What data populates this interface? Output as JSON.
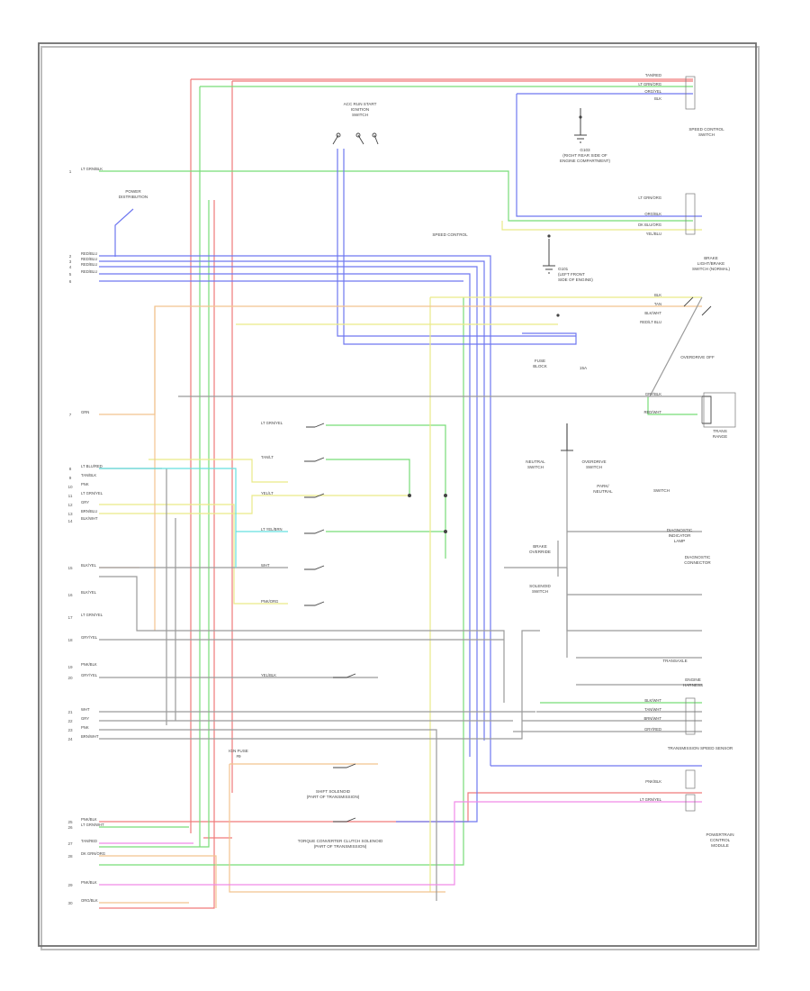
{
  "colors": {
    "frame": "#6f6f6f",
    "red": "#f07a7a",
    "green": "#78dd78",
    "blue": "#6f78f0",
    "yellow": "#eaea88",
    "orange": "#f2c38f",
    "gray": "#9a9a9a",
    "pink": "#f08ae8",
    "cyan": "#66e0e0",
    "tan": "#d9c59a",
    "black": "#222222"
  },
  "icons": [
    "ground-symbol",
    "switch-contacts",
    "connector-block"
  ],
  "diagram": {
    "components": {
      "ignition_switch": [
        "ACC  RUN  START",
        "IGNITION",
        "SWITCH"
      ],
      "speed_control_switch": [
        "SPEED CONTROL",
        "SWITCH"
      ],
      "power_distribution": [
        "POWER",
        "DISTRIBUTION"
      ],
      "splice_power": [
        "G103",
        "(RIGHT REAR SIDE OF",
        "ENGINE COMPARTMENT)"
      ],
      "speed_control": "SPEED CONTROL",
      "brake_switch": [
        "BRAKE",
        "LIGHT/BRAKE",
        "SWITCH (NORMAL)"
      ],
      "splice_g101": [
        "G101",
        "(LEFT FRONT",
        "SIDE OF ENGINE)"
      ],
      "overdrive": "OVERDRIVE OFF",
      "fuse_block": [
        "FUSE",
        "BLOCK"
      ],
      "fuse_15a": "15A",
      "neutral_switch": [
        "NEUTRAL",
        "SWITCH"
      ],
      "overdrive_switch": [
        "OVERDRIVE",
        "SWITCH"
      ],
      "transmission_sol": [
        "TRANS",
        "RANGE"
      ],
      "park_neutral": [
        "PARK/",
        "NEUTRAL"
      ],
      "brake_override": [
        "BRAKE",
        "OVERRIDE"
      ],
      "diag_connector": [
        "DIAGNOSTIC",
        "CONNECTOR"
      ],
      "switch_lbl": "SWITCH",
      "lamp_lbl": [
        "DIAGNOSTIC",
        "INDICATOR",
        "LAMP"
      ],
      "solenoid_switch": [
        "SOLENOID",
        "SWITCH"
      ],
      "transaxle_lbl": "TRANSAXLE",
      "engine_harness": [
        "ENGINE",
        "HARNESS"
      ],
      "trans_speed": "TRANSMISSION SPEED SENSOR",
      "pcm_main": [
        "POWERTRAIN",
        "CONTROL",
        "MODULE"
      ],
      "shift_solenoid_a": [
        "SHIFT SOLENOID",
        "(PART OF TRANSMISSION)"
      ],
      "torque_converter": [
        "TORQUE CONVERTER CLUTCH SOLENOID",
        "(PART OF TRANSMISSION)"
      ],
      "ign_fuse": [
        "IGN FUSE",
        "#9"
      ]
    },
    "wire_labels": {
      "left": [
        "LT GRN/BLK",
        "RED/BLU",
        "RED/BLU",
        "RED/BLU",
        "RED/BLU",
        "GRN",
        "LT BLU/RED",
        "TAN/BLK",
        "PNK",
        "LT GRN/YEL",
        "GRY",
        "BRN/BLU",
        "BLK/WHT",
        "BLK/YEL",
        "BLK/YEL",
        "LT GRN/YEL",
        "GRY/YEL",
        "PNK/BLK",
        "GRY/YEL",
        "WHT",
        "GRY",
        "PNK",
        "BRN/WHT",
        "PNK/BLK",
        "LT GRN/WHT",
        "TAN/RED",
        "DK GRN/ORG",
        "PNK/BLK",
        "ORG/BLK"
      ],
      "solenoid": [
        "LT GRN/YEL",
        "TAN/LT",
        "YEL/LT",
        "LT YEL/BRN",
        "WHT",
        "PNK/ORG",
        "YEL/BLK"
      ],
      "right": [
        "TAN/RED",
        "LT GRN/ORG",
        "ORG/YEL",
        "BLK",
        "LT GRN/ORG",
        "ORG/BLK",
        "DK BLU/ORG",
        "YEL/BLU",
        "BLK",
        "TAN",
        "BLK/WHT",
        "RED/LT BLU",
        "GRY/BLK",
        "RED/WHT",
        "BLK/WHT",
        "TAN/WHT",
        "BRN/WHT",
        "GRY/RED",
        "PNK/BLK",
        "LT GRN/YEL"
      ]
    },
    "pin_numbers": [
      "1",
      "2",
      "3",
      "4",
      "5",
      "6",
      "7",
      "8",
      "9",
      "10",
      "11",
      "12",
      "13",
      "14",
      "15",
      "16",
      "17",
      "18",
      "19",
      "20",
      "21",
      "22",
      "23",
      "24",
      "25",
      "26",
      "27",
      "28",
      "29",
      "30"
    ]
  }
}
